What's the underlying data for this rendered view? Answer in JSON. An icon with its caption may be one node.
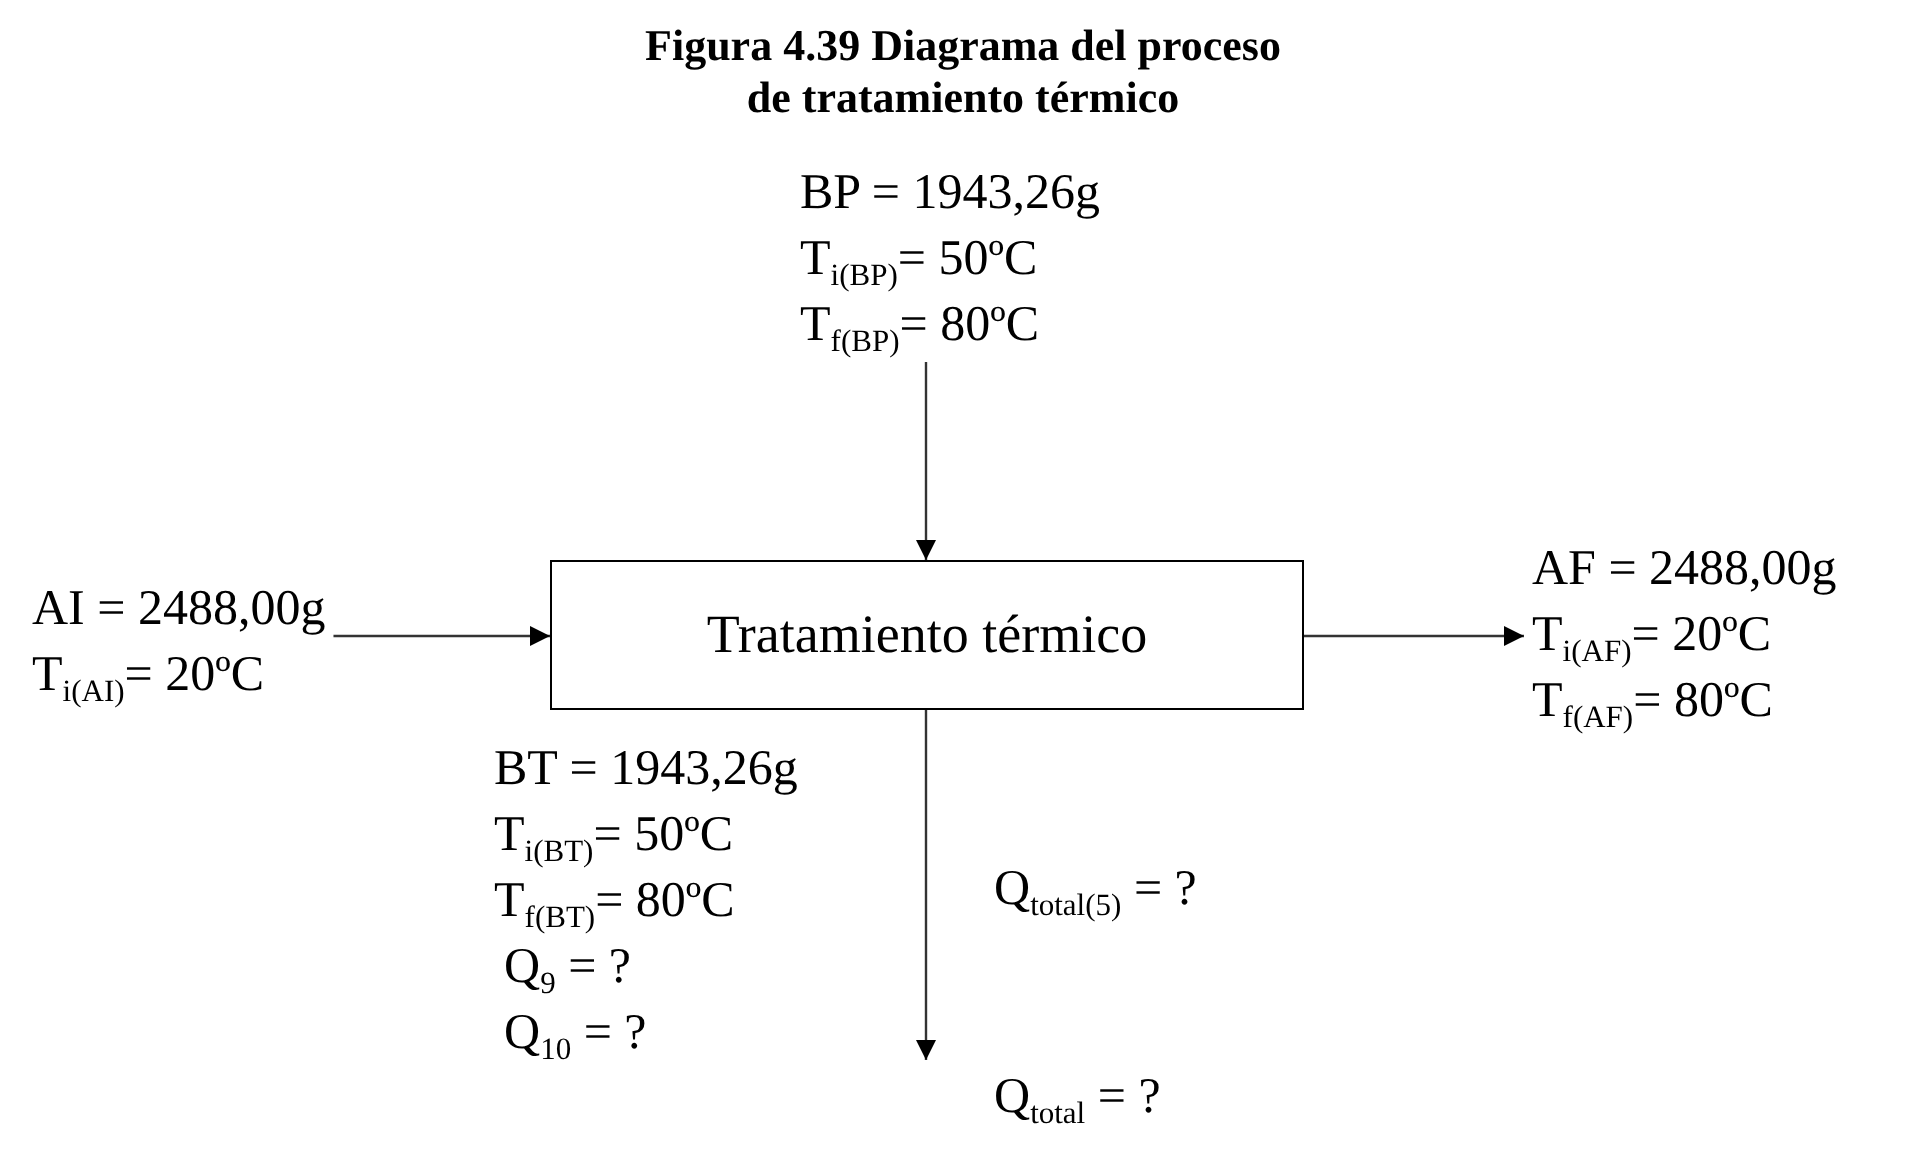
{
  "diagram": {
    "title": "Figura 4.39 Diagrama del proceso de tratamiento térmico",
    "nodes": [
      {
        "text": [
          "BP = 1943,26g",
          "T$_{i(BP)}$= 50ºC",
          "T$_{f(BP)}$= 80ºC"
        ]
      },
      {
        "text": [
          "AI = 2488,00g",
          "T$_{i(AI)}$= 20ºC"
        ]
      },
      {
        "text": [
          "Tratamiento térmico"
        ]
      },
      {
        "text": [
          "AF = 2488,00g",
          "T$_{i(AF)}$= 20ºC",
          "T$_{f(AF)}$= 80ºC"
        ]
      },
      {
        "text": [
          "Q$_{total}$ = ?"
        ]
      }
    ],
    "edges": [
      {
        "from": 0,
        "to": 2,
        "arrow": "to"
      },
      {
        "from": 1,
        "to": 2,
        "arrow": "to"
      },
      {
        "from": 2,
        "to": 3,
        "arrow": "to"
      },
      {
        "from": 2,
        "to": 4,
        "arrow": "to",
        "label": "Q$_{total(5)}$ = ?"
      }
    ],
    "labels": [
      "BT = 1943,26g",
      "T$_{i(BT)}$= 50ºC",
      "T$_{f(BT)}$= 80ºC",
      "Q$_{9}$ = ?",
      "Q$_{10}$ = ?"
    ]
  }
}
